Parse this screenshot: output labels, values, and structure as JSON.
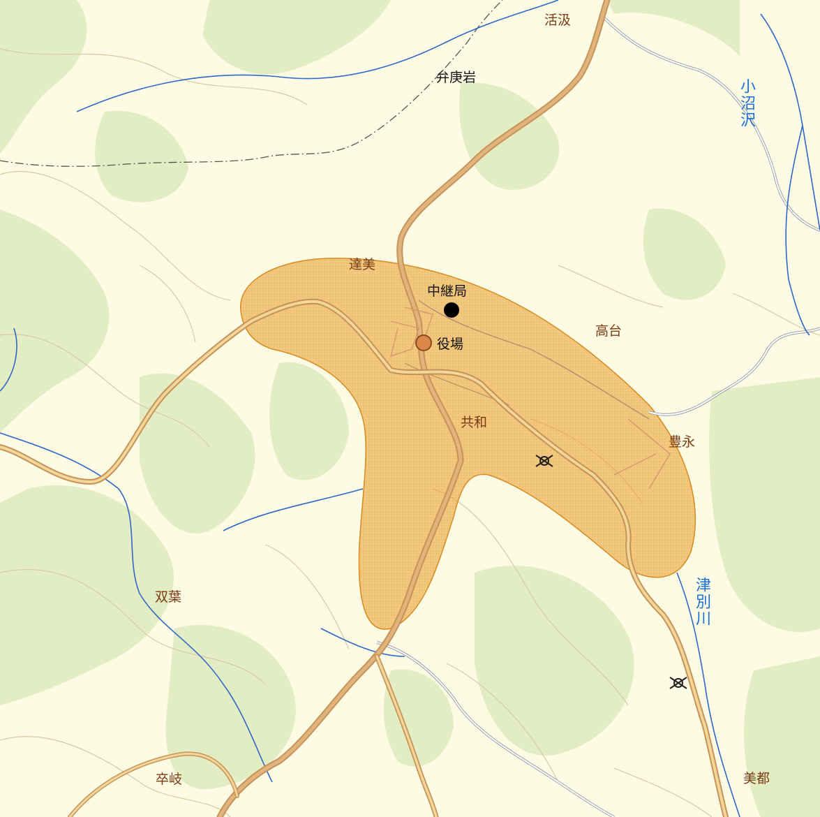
{
  "map": {
    "colors": {
      "background": "#fdfbe4",
      "forest": "#e3edc4",
      "coverage": "#eaa63a",
      "road": "#d9a664",
      "river": "#2f67c9",
      "water_line": "#9ab0ea"
    },
    "icons": {
      "transmitter": "black-dot-marker",
      "office": "orange-dot-marker",
      "school": "school-symbol"
    },
    "labels": {
      "relay_station": "中継局",
      "town_office": "役場",
      "place_tatsumi": "達美",
      "place_katsuzawa": "活汲",
      "place_bendoiwa": "弁庚岩",
      "place_takadai": "高台",
      "place_kyowa": "共和",
      "place_toyonaga": "豊永",
      "place_futaba": "双葉",
      "place_kuruki": "卒岐",
      "place_bito": "美都",
      "river_konumazawa": "小沼沢",
      "river_tsubetsu": "津別川"
    }
  }
}
